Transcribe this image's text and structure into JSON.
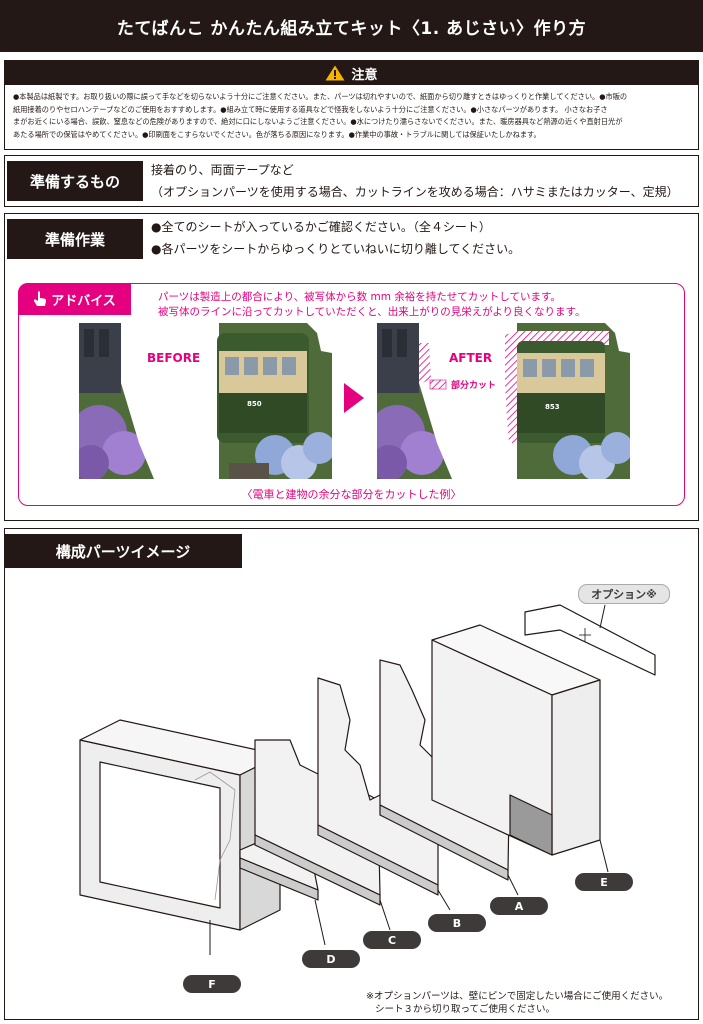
{
  "header": {
    "title": "たてばんこ かんたん組み立てキット〈1. あじさい〉作り方"
  },
  "caution": {
    "title": "注意",
    "lines": [
      "●本製品は紙製です。お取り扱いの際に誤って手などを切らないよう十分にご注意ください。また、パーツは切れやすいので、紙面から切り離すときはゆっくりと作業してください。●市販の",
      "紙用接着のりやセロハンテープなどのご使用をおすすめします。●組み立て時に使用する道具などで怪我をしないよう十分にご注意ください。●小さなパーツがあります。 小さなお子さ",
      "まがお近くにいる場合、誤飲、窒息などの危険がありますので、絶対に口にしないようご注意ください。●水につけたり濡らさないでください。また、暖房器具など熱源の近くや直射日光が",
      "あたる場所での保管はやめてください。●印刷面をこすらないでください。色が落ちる原因になります。●作業中の事故・トラブルに関しては保証いたしかねます。"
    ]
  },
  "materials": {
    "label": "準備するもの",
    "line1": "接着のり、両面テープなど",
    "line2": "（オプションパーツを使用する場合、カットラインを攻める場合：ハサミまたはカッター、定規）"
  },
  "prep": {
    "label": "準備作業",
    "line1": "●全てのシートが入っているかご確認ください。（全４シート）",
    "line2": "●各パーツをシートからゆっくりとていねいに切り離してください。"
  },
  "advice": {
    "tab": "アドバイス",
    "line1": "パーツは製造上の都合により、被写体から数 mm 余裕を持たせてカットしています。",
    "line2": "被写体のラインに沿ってカットしていただくと、出来上がりの見栄えがより良くなります。",
    "before": "BEFORE",
    "after": "AFTER",
    "partial_cut": "部分カット",
    "caption": "〈電車と建物の余分な部分をカットした例〉",
    "train_number_before": "850",
    "train_number_after": "853"
  },
  "parts": {
    "title": "構成パーツイメージ",
    "option_label": "オプション※",
    "labels": [
      "A",
      "B",
      "C",
      "D",
      "E",
      "F"
    ],
    "note_line1": "※オプションパーツは、壁にピンで固定したい場合にご使用ください。",
    "note_line2": "シート３から切り取ってご使用ください。"
  },
  "colors": {
    "accent": "#e4007f",
    "dark": "#231815",
    "pill": "#3e3a39"
  }
}
